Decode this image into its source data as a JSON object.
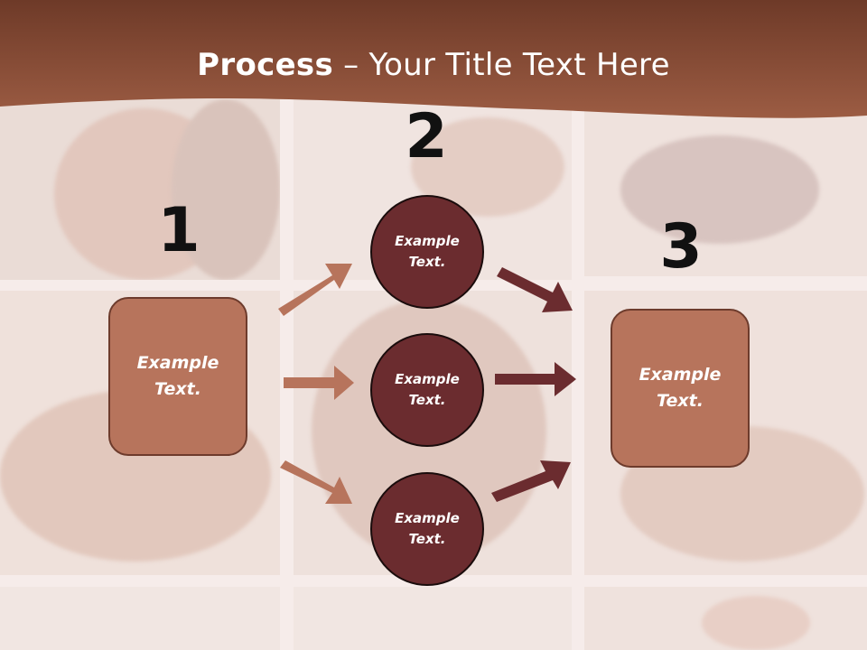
{
  "title": {
    "bold": "Process",
    "rest": " – Your Title Text Here"
  },
  "steps": {
    "one": "1",
    "two": "2",
    "three": "3"
  },
  "boxes": {
    "left": "Example\nText.",
    "right": "Example\nText."
  },
  "circles": {
    "top": "Example\nText.",
    "middle": "Example\nText.",
    "bottom": "Example\nText."
  },
  "colors": {
    "header": "#8f5038",
    "box_fill": "#b7745c",
    "circle_fill": "#6b2c2f",
    "arrow_light": "#b7745c",
    "arrow_dark": "#6b2c2f"
  }
}
